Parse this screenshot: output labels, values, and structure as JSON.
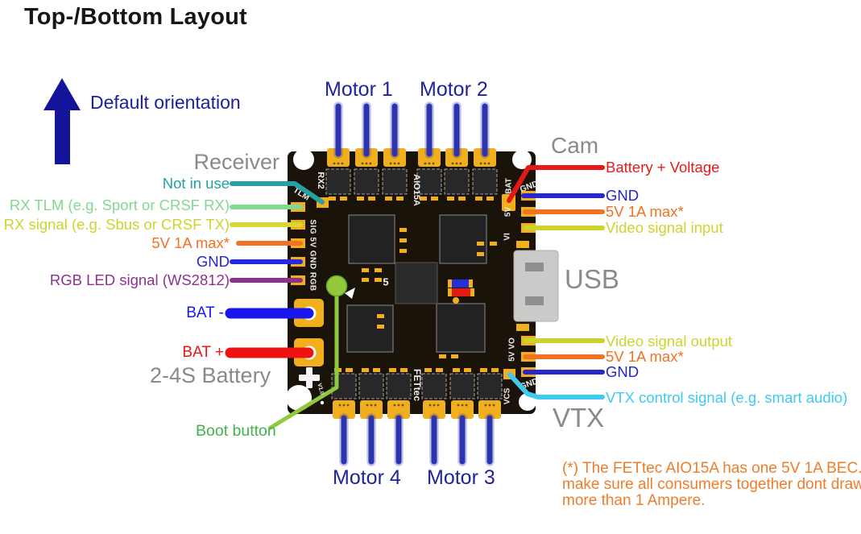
{
  "title": "Top-/Bottom Layout",
  "orientation_label": "Default orientation",
  "motors": {
    "m1": "Motor 1",
    "m2": "Motor 2",
    "m3": "Motor 3",
    "m4": "Motor 4"
  },
  "receiver": {
    "title": "Receiver",
    "pins": [
      {
        "label": "Not in use",
        "color": "#27a0a4"
      },
      {
        "label": "RX TLM (e.g. Sport or CRSF RX)",
        "color": "#84d892"
      },
      {
        "label": "RX signal (e.g. Sbus or CRSF TX)",
        "color": "#cfd32e"
      },
      {
        "label": "5V 1A max*",
        "color": "#f07222"
      },
      {
        "label": "GND",
        "color": "#2626cc"
      },
      {
        "label": "RGB LED signal (WS2812)",
        "color": "#8d3190"
      }
    ]
  },
  "battery": {
    "title": "2-4S Battery",
    "minus": "BAT -",
    "plus": "BAT +"
  },
  "boot_button": {
    "label": "Boot button",
    "color": "#43b34c"
  },
  "cam": {
    "title": "Cam",
    "pins": [
      {
        "label": "Battery + Voltage",
        "color": "#e31b1b"
      },
      {
        "label": "GND",
        "color": "#2626cc"
      },
      {
        "label": "5V 1A max*",
        "color": "#f07222"
      },
      {
        "label": "Video signal input",
        "color": "#cfd32e"
      }
    ]
  },
  "usb": {
    "title": "USB"
  },
  "vtx": {
    "title": "VTX",
    "pins": [
      {
        "label": "Video signal output",
        "color": "#cfd32e"
      },
      {
        "label": "5V 1A max*",
        "color": "#f07222"
      },
      {
        "label": "GND",
        "color": "#2626cc"
      },
      {
        "label": "VTX control signal (e.g. smart audio)",
        "color": "#41c9f0"
      }
    ]
  },
  "footnote": {
    "color": "#ee7d2c",
    "lines": [
      "(*) The FETtec AIO15A has one 5V 1A BEC.",
      "make sure all consumers together dont draw",
      "more than 1 Ampere."
    ]
  },
  "board": {
    "silkscreen": {
      "rx2": "RX2",
      "tlm": "TLM",
      "left_rail": "SIG 5V GND RGB",
      "model": "AIO15A",
      "bat": "BAT",
      "gnd_top": "GND",
      "v5": "5V",
      "vi": "VI",
      "vo_rail": "5V VO",
      "gnd_bottom": "GND",
      "vcs": "VCS",
      "brand": "FETtec",
      "num5": "5",
      "version": "V1.0"
    },
    "colors": {
      "pcb_black": "#1a1309",
      "pad_gold": "#f1af1e",
      "motor_line_blue": "#2c33ae",
      "arrow_navy": "#14149b",
      "usb_gray": "#cbcac8"
    }
  }
}
